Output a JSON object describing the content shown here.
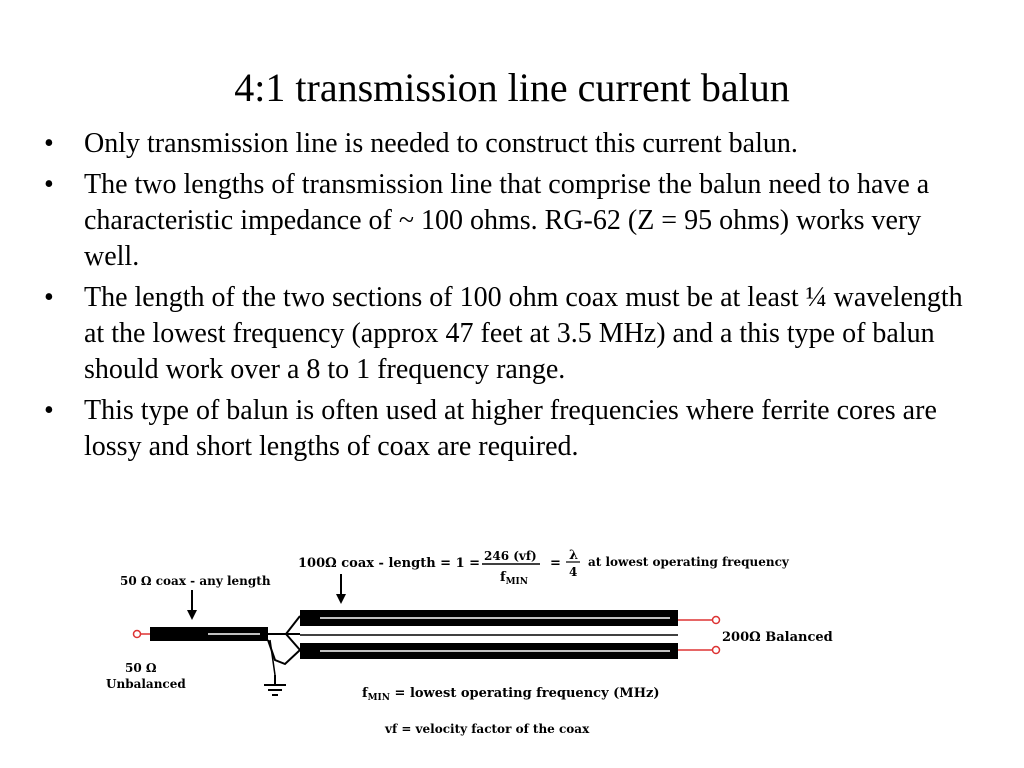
{
  "title": "4:1 transmission line current balun",
  "bullets": [
    "Only transmission line is needed to construct this current balun.",
    "The two lengths of transmission line that comprise the balun need to have a characteristic impedance of ~ 100 ohms. RG-62 (Z = 95 ohms) works very well.",
    "The length of the two sections of 100 ohm coax must be at least ¼ wavelength at the lowest frequency (approx 47 feet at 3.5 MHz) and a this type of balun should work over a 8 to 1 frequency range.",
    "This type of balun is often used at higher frequencies where ferrite cores are lossy and short lengths of coax are required."
  ],
  "diagram": {
    "coax_100_label": "100Ω  coax - length = 1  =",
    "formula_numerator": "246 (vf)",
    "formula_denominator_f": "f",
    "formula_denominator_sub": "MIN",
    "equals": "=",
    "lambda_num": "λ",
    "lambda_den": "4",
    "operating_text": "at lowest operating frequency",
    "coax_50_label": "50 Ω coax - any length",
    "unbalanced_ohm": "50 Ω",
    "unbalanced_text": "Unbalanced",
    "balanced_label": "200Ω Balanced",
    "fmin_f": "f",
    "fmin_sub": "MIN",
    "fmin_text": " = lowest operating  frequency (MHz)",
    "vf_text": "vf = velocity factor of the coax"
  }
}
